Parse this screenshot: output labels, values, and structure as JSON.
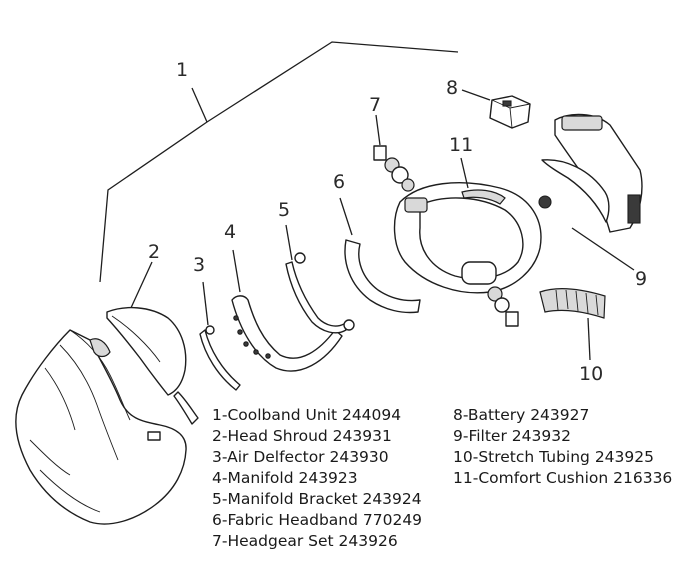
{
  "callouts": [
    {
      "id": "1",
      "label": "1"
    },
    {
      "id": "2",
      "label": "2"
    },
    {
      "id": "3",
      "label": "3"
    },
    {
      "id": "4",
      "label": "4"
    },
    {
      "id": "5",
      "label": "5"
    },
    {
      "id": "6",
      "label": "6"
    },
    {
      "id": "7",
      "label": "7"
    },
    {
      "id": "8",
      "label": "8"
    },
    {
      "id": "9",
      "label": "9"
    },
    {
      "id": "10",
      "label": "10"
    },
    {
      "id": "11",
      "label": "11"
    }
  ],
  "parts_left": [
    "1-Coolband Unit 244094",
    "2-Head Shroud 243931",
    "3-Air Delfector 243930",
    "4-Manifold 243923",
    "5-Manifold Bracket 243924",
    "6-Fabric Headband 770249",
    "7-Headgear Set 243926"
  ],
  "parts_right": [
    "8-Battery 243927",
    "9-Filter 243932",
    "10-Stretch Tubing 243925",
    "11-Comfort Cushion 216336"
  ]
}
